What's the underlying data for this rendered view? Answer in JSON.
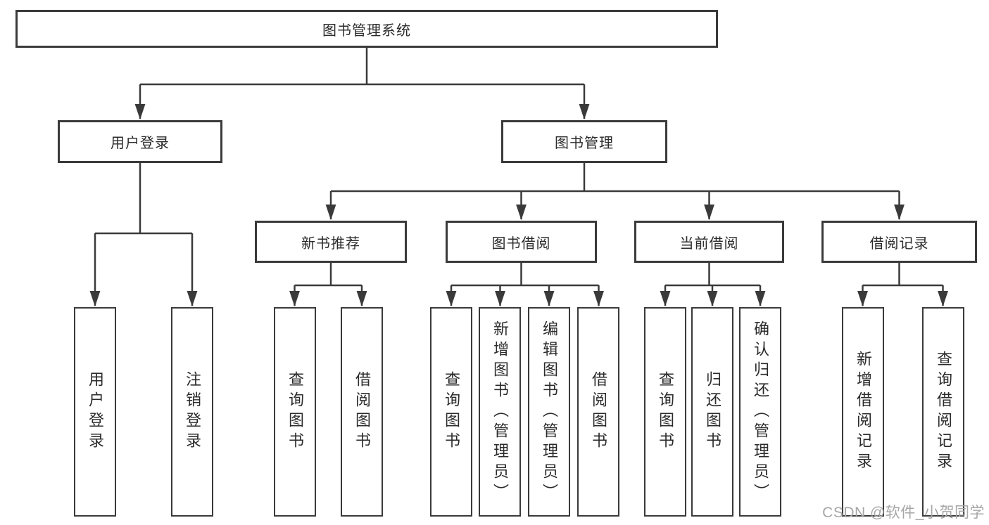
{
  "diagram": {
    "title": "图书管理系统",
    "watermark": "CSDN @软件_小贺同学",
    "colors": {
      "line": "#3a3a3a",
      "box_border": "#3a3a3a",
      "box_fill": "#ffffff",
      "text": "#2b2b2b",
      "watermark": "#a6a6a6"
    },
    "nodes": {
      "root": {
        "label": "图书管理系统"
      },
      "level2": [
        {
          "label": "用户登录",
          "parent": "图书管理系统"
        },
        {
          "label": "图书管理",
          "parent": "图书管理系统"
        }
      ],
      "level3": [
        {
          "label": "新书推荐",
          "parent": "图书管理"
        },
        {
          "label": "图书借阅",
          "parent": "图书管理"
        },
        {
          "label": "当前借阅",
          "parent": "图书管理"
        },
        {
          "label": "借阅记录",
          "parent": "图书管理"
        }
      ],
      "leaves": [
        {
          "label": "用户登录",
          "parent": "用户登录"
        },
        {
          "label": "注销登录",
          "parent": "用户登录"
        },
        {
          "label": "查询图书",
          "parent": "新书推荐"
        },
        {
          "label": "借阅图书",
          "parent": "新书推荐"
        },
        {
          "label": "查询图书",
          "parent": "图书借阅"
        },
        {
          "label": "新增图书（管理员）",
          "parent": "图书借阅"
        },
        {
          "label": "编辑图书（管理员）",
          "parent": "图书借阅"
        },
        {
          "label": "借阅图书",
          "parent": "图书借阅"
        },
        {
          "label": "查询图书",
          "parent": "当前借阅"
        },
        {
          "label": "归还图书",
          "parent": "当前借阅"
        },
        {
          "label": "确认归还（管理员）",
          "parent": "当前借阅"
        },
        {
          "label": "新增借阅记录",
          "parent": "借阅记录"
        },
        {
          "label": "查询借阅记录",
          "parent": "借阅记录"
        }
      ]
    }
  }
}
